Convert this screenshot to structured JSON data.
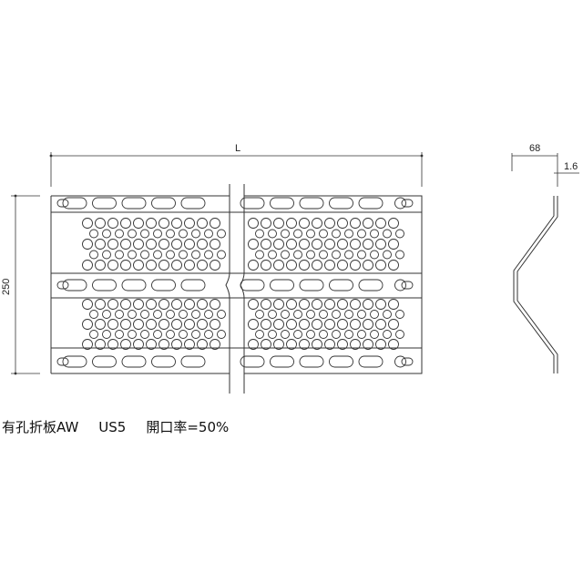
{
  "drawing": {
    "dimension_length": "L",
    "dimension_height": "250",
    "dimension_profile_width": "68",
    "dimension_thickness": "1.6"
  },
  "caption": {
    "product": "有孔折板AW",
    "model": "US5",
    "open_ratio": "開口率=50%"
  }
}
